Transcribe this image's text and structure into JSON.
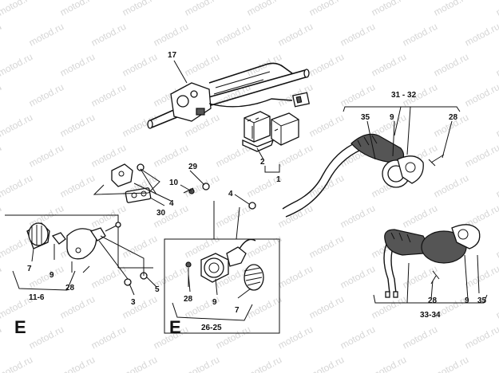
{
  "watermark": "motod.ru",
  "callouts": {
    "c17": "17",
    "c2": "2",
    "c1": "1",
    "c3132": "31 - 32",
    "c35a": "35",
    "c9a": "9",
    "c28a": "28",
    "c29": "29",
    "c10": "10",
    "c4a": "4",
    "c4b": "4",
    "c30": "30",
    "c7a": "7",
    "c9b": "9",
    "c28b": "28",
    "c3": "3",
    "c5": "5",
    "c116": "11-6",
    "c28c": "28",
    "c9c": "9",
    "c7b": "7",
    "c2625": "26-25",
    "c28d": "28",
    "c9d": "9",
    "c35b": "35",
    "c3334": "33-34"
  },
  "section_letters": [
    "E",
    "E"
  ]
}
